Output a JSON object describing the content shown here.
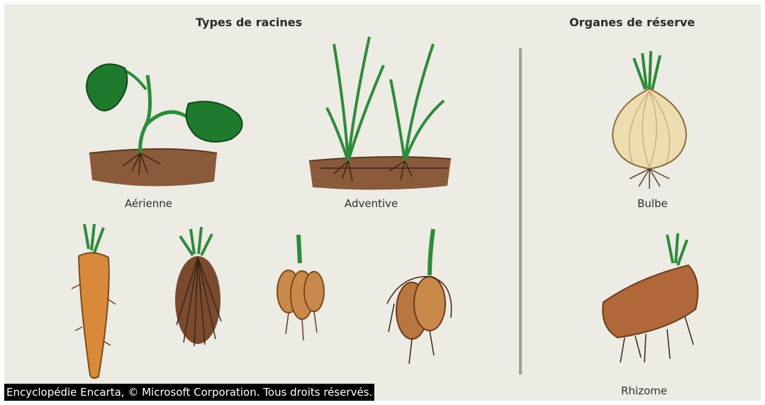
{
  "headings": {
    "root_types": "Types de racines",
    "storage_organs": "Organes de réserve"
  },
  "labels": {
    "aerienne": "Aérienne",
    "adventive": "Adventive",
    "bulbe": "Bulbe",
    "rhizome": "Rhizome"
  },
  "copyright": "Encyclopédie Encarta, © Microsoft Corporation. Tous droits réservés.",
  "colors": {
    "background": "#ecebe4",
    "leaf_green": "#2e8b3a",
    "root_brown": "#6b3a1e",
    "soil": "#8a5a3a",
    "divider": "#a89c8c"
  }
}
